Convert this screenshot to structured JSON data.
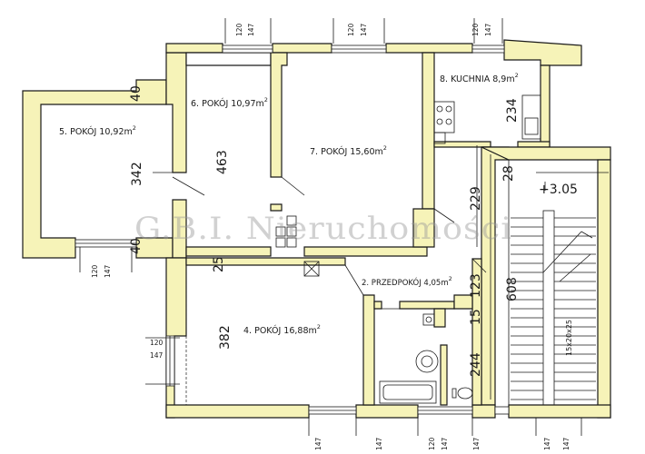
{
  "watermark": "G.B.I. Nieruchomości",
  "rooms": {
    "pokoj5": {
      "label": "5. POKÓJ  10,92m",
      "sup": "2"
    },
    "pokoj6": {
      "label": "6. POKÓJ  10,97m",
      "sup": "2"
    },
    "pokoj7": {
      "label": "7. POKÓJ  15,60m",
      "sup": "2"
    },
    "kuchnia": {
      "label": "8. KUCHNIA  8,9m",
      "sup": "2"
    },
    "pokoj4": {
      "label": "4. POKÓJ  16,88m",
      "sup": "2"
    },
    "przedpokoj": {
      "label": "2. PRZEDPOKÓJ  4,05m",
      "sup": "2"
    }
  },
  "dimensions": {
    "d342": "342",
    "d463": "463",
    "d234": "234",
    "d229": "229",
    "d382": "382",
    "d608": "608",
    "d244": "244",
    "d123": "123",
    "d15": "15",
    "d25": "25",
    "d28": "28",
    "d40a": "40",
    "d40b": "40"
  },
  "window_dims": {
    "top1_a": "120",
    "top1_b": "147",
    "top2_a": "120",
    "top2_b": "147",
    "top3_a": "120",
    "top3_b": "147",
    "left_a": "120",
    "left_b": "147",
    "mid_a": "120",
    "mid_b": "147",
    "bot1": "147",
    "bot2": "147",
    "bot3_a": "120",
    "bot3_b": "147",
    "bot4": "147",
    "bot5": "147",
    "bot6": "147"
  },
  "level": "+3.05",
  "stairs": "15x20x25"
}
